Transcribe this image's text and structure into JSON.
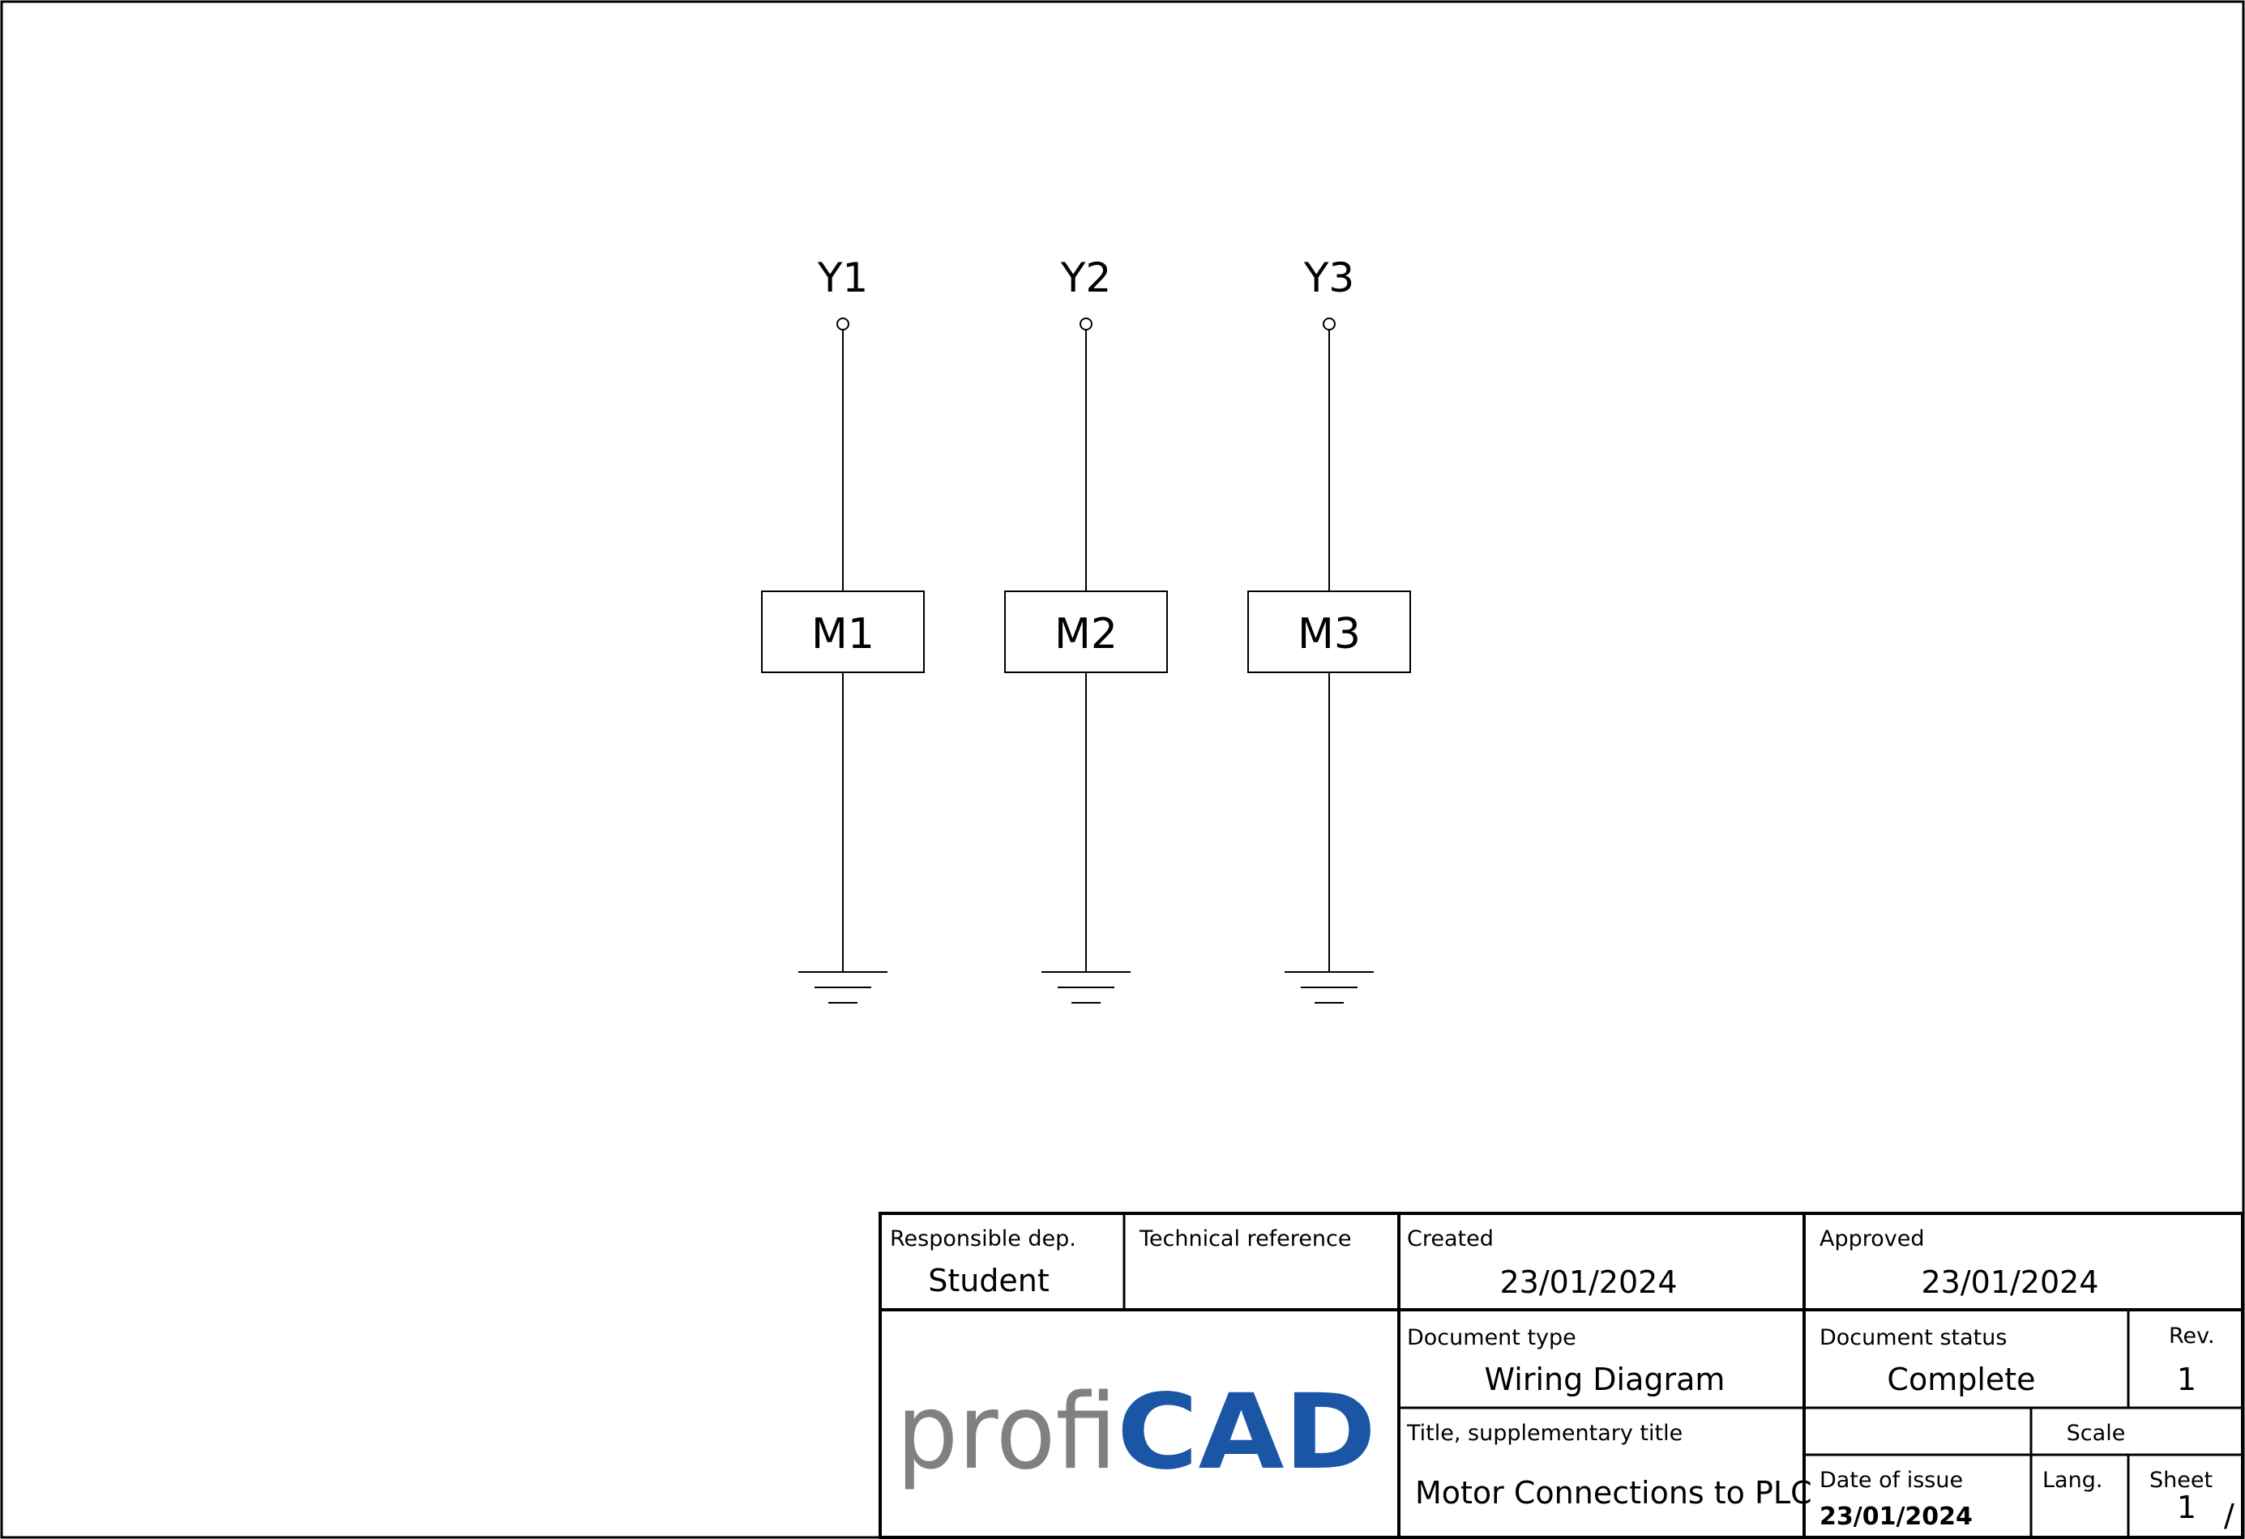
{
  "diagram": {
    "channels": [
      {
        "terminal": "Y1",
        "motor": "M1"
      },
      {
        "terminal": "Y2",
        "motor": "M2"
      },
      {
        "terminal": "Y3",
        "motor": "M3"
      }
    ]
  },
  "title_block": {
    "responsible_dep_label": "Responsible dep.",
    "responsible_dep_value": "Student",
    "technical_reference_label": "Technical reference",
    "created_label": "Created",
    "created_value": "23/01/2024",
    "approved_label": "Approved",
    "approved_value": "23/01/2024",
    "document_type_label": "Document type",
    "document_type_value": "Wiring Diagram",
    "document_status_label": "Document status",
    "document_status_value": "Complete",
    "rev_label": "Rev.",
    "rev_value": "1",
    "title_label": "Title, supplementary title",
    "title_value": "Motor Connections to PLC",
    "scale_label": "Scale",
    "date_of_issue_label": "Date of issue",
    "date_of_issue_value": "23/01/2024",
    "lang_label": "Lang.",
    "sheet_label": "Sheet",
    "sheet_value": "1",
    "sheet_separator": "/",
    "logo_text_profi": "profi",
    "logo_text_cad": "CAD"
  },
  "colors": {
    "logo_grey": "#808080",
    "logo_blue": "#1a55a6",
    "line": "#000000"
  }
}
